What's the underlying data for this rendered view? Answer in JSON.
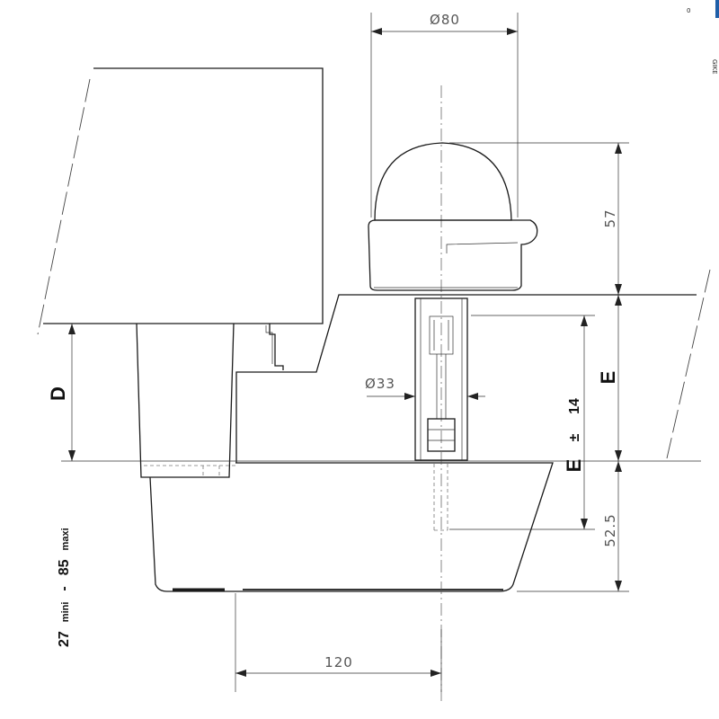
{
  "dimensions": {
    "top_diameter": "Ø80",
    "tube_diameter": "Ø33",
    "dome_height": "57",
    "lower_height": "52.5",
    "width": "120",
    "label_e_right": "E",
    "label_e_lower": "E",
    "label_14": "14",
    "label_plus_minus": "±",
    "label_d": "D",
    "range_min_value": "27",
    "range_min_word": "mini",
    "range_sep": "-",
    "range_max_value": "85",
    "range_max_word": "maxi"
  },
  "corner_marks": {
    "mark_top": "0",
    "mark_side": "GIKE"
  },
  "colors": {
    "line": "#1a1a1a",
    "dimension": "#555555",
    "accent": "#1f5fa8"
  }
}
